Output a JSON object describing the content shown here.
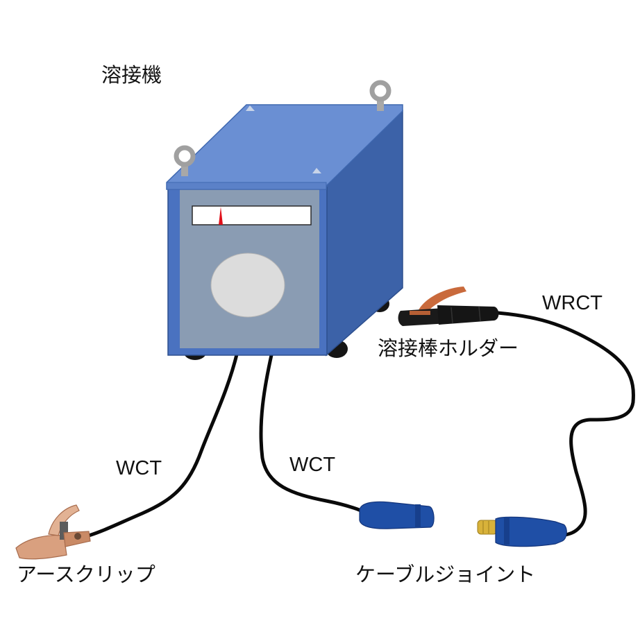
{
  "labels": {
    "machine": "溶接機",
    "holder": "溶接棒ホルダー",
    "earth_clip": "アースクリップ",
    "cable_joint": "ケーブルジョイント",
    "cable_earth": "WCT",
    "cable_joint_side": "WCT",
    "cable_holder": "WRCT"
  },
  "colors": {
    "machine_top": "#6a8fd3",
    "machine_front_frame": "#4a72c0",
    "machine_side": "#3c62a8",
    "panel": "#8a9cb3",
    "dial_face": "#dcdcdc",
    "needle": "#e0101a",
    "cable": "#0a0a0a",
    "clip_copper": "#d9a07f",
    "joint_blue": "#1f4fa6",
    "brass": "#d8b23a"
  }
}
